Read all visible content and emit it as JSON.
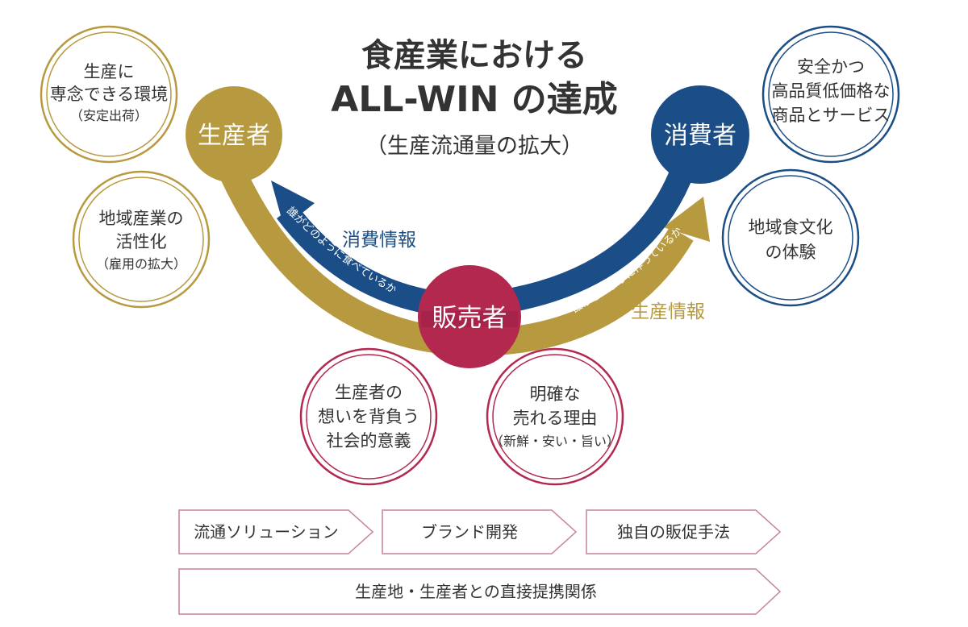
{
  "title": {
    "line1": "食産業における",
    "line2": "ALL-WIN の達成",
    "line3": "（生産流通量の拡大）"
  },
  "hubs": {
    "producer": "生産者",
    "consumer": "消費者",
    "seller": "販売者"
  },
  "flows": {
    "consumption_info_label": "消費情報",
    "consumption_info_path_text": "誰がどのように食べているか",
    "production_info_label": "生産情報",
    "production_info_path_text": "誰がどのように作っているか"
  },
  "bubbles": {
    "producer_env": {
      "line1": "生産に",
      "line2": "専念できる環境",
      "sub": "（安定出荷）"
    },
    "producer_region": {
      "line1": "地域産業の",
      "line2": "活性化",
      "sub": "（雇用の拡大）"
    },
    "consumer_quality": {
      "line1": "安全かつ",
      "line2": "高品質低価格な",
      "line3": "商品とサービス"
    },
    "consumer_culture": {
      "line1": "地域食文化",
      "line2": "の体験"
    },
    "seller_social": {
      "line1": "生産者の",
      "line2": "想いを背負う",
      "line3": "社会的意義"
    },
    "seller_reason": {
      "line1": "明確な",
      "line2": "売れる理由",
      "sub": "（新鮮・安い・旨い）"
    }
  },
  "solutions": {
    "item1": "流通ソリューション",
    "item2": "ブランド開発",
    "item3": "独自の販促手法",
    "base": "生産地・生産者との直接提携関係"
  },
  "colors": {
    "gold": "#B79A3F",
    "navy": "#1B4E86",
    "crimson": "#B3284F",
    "chevron_stroke": "#C88294",
    "text": "#333333"
  }
}
